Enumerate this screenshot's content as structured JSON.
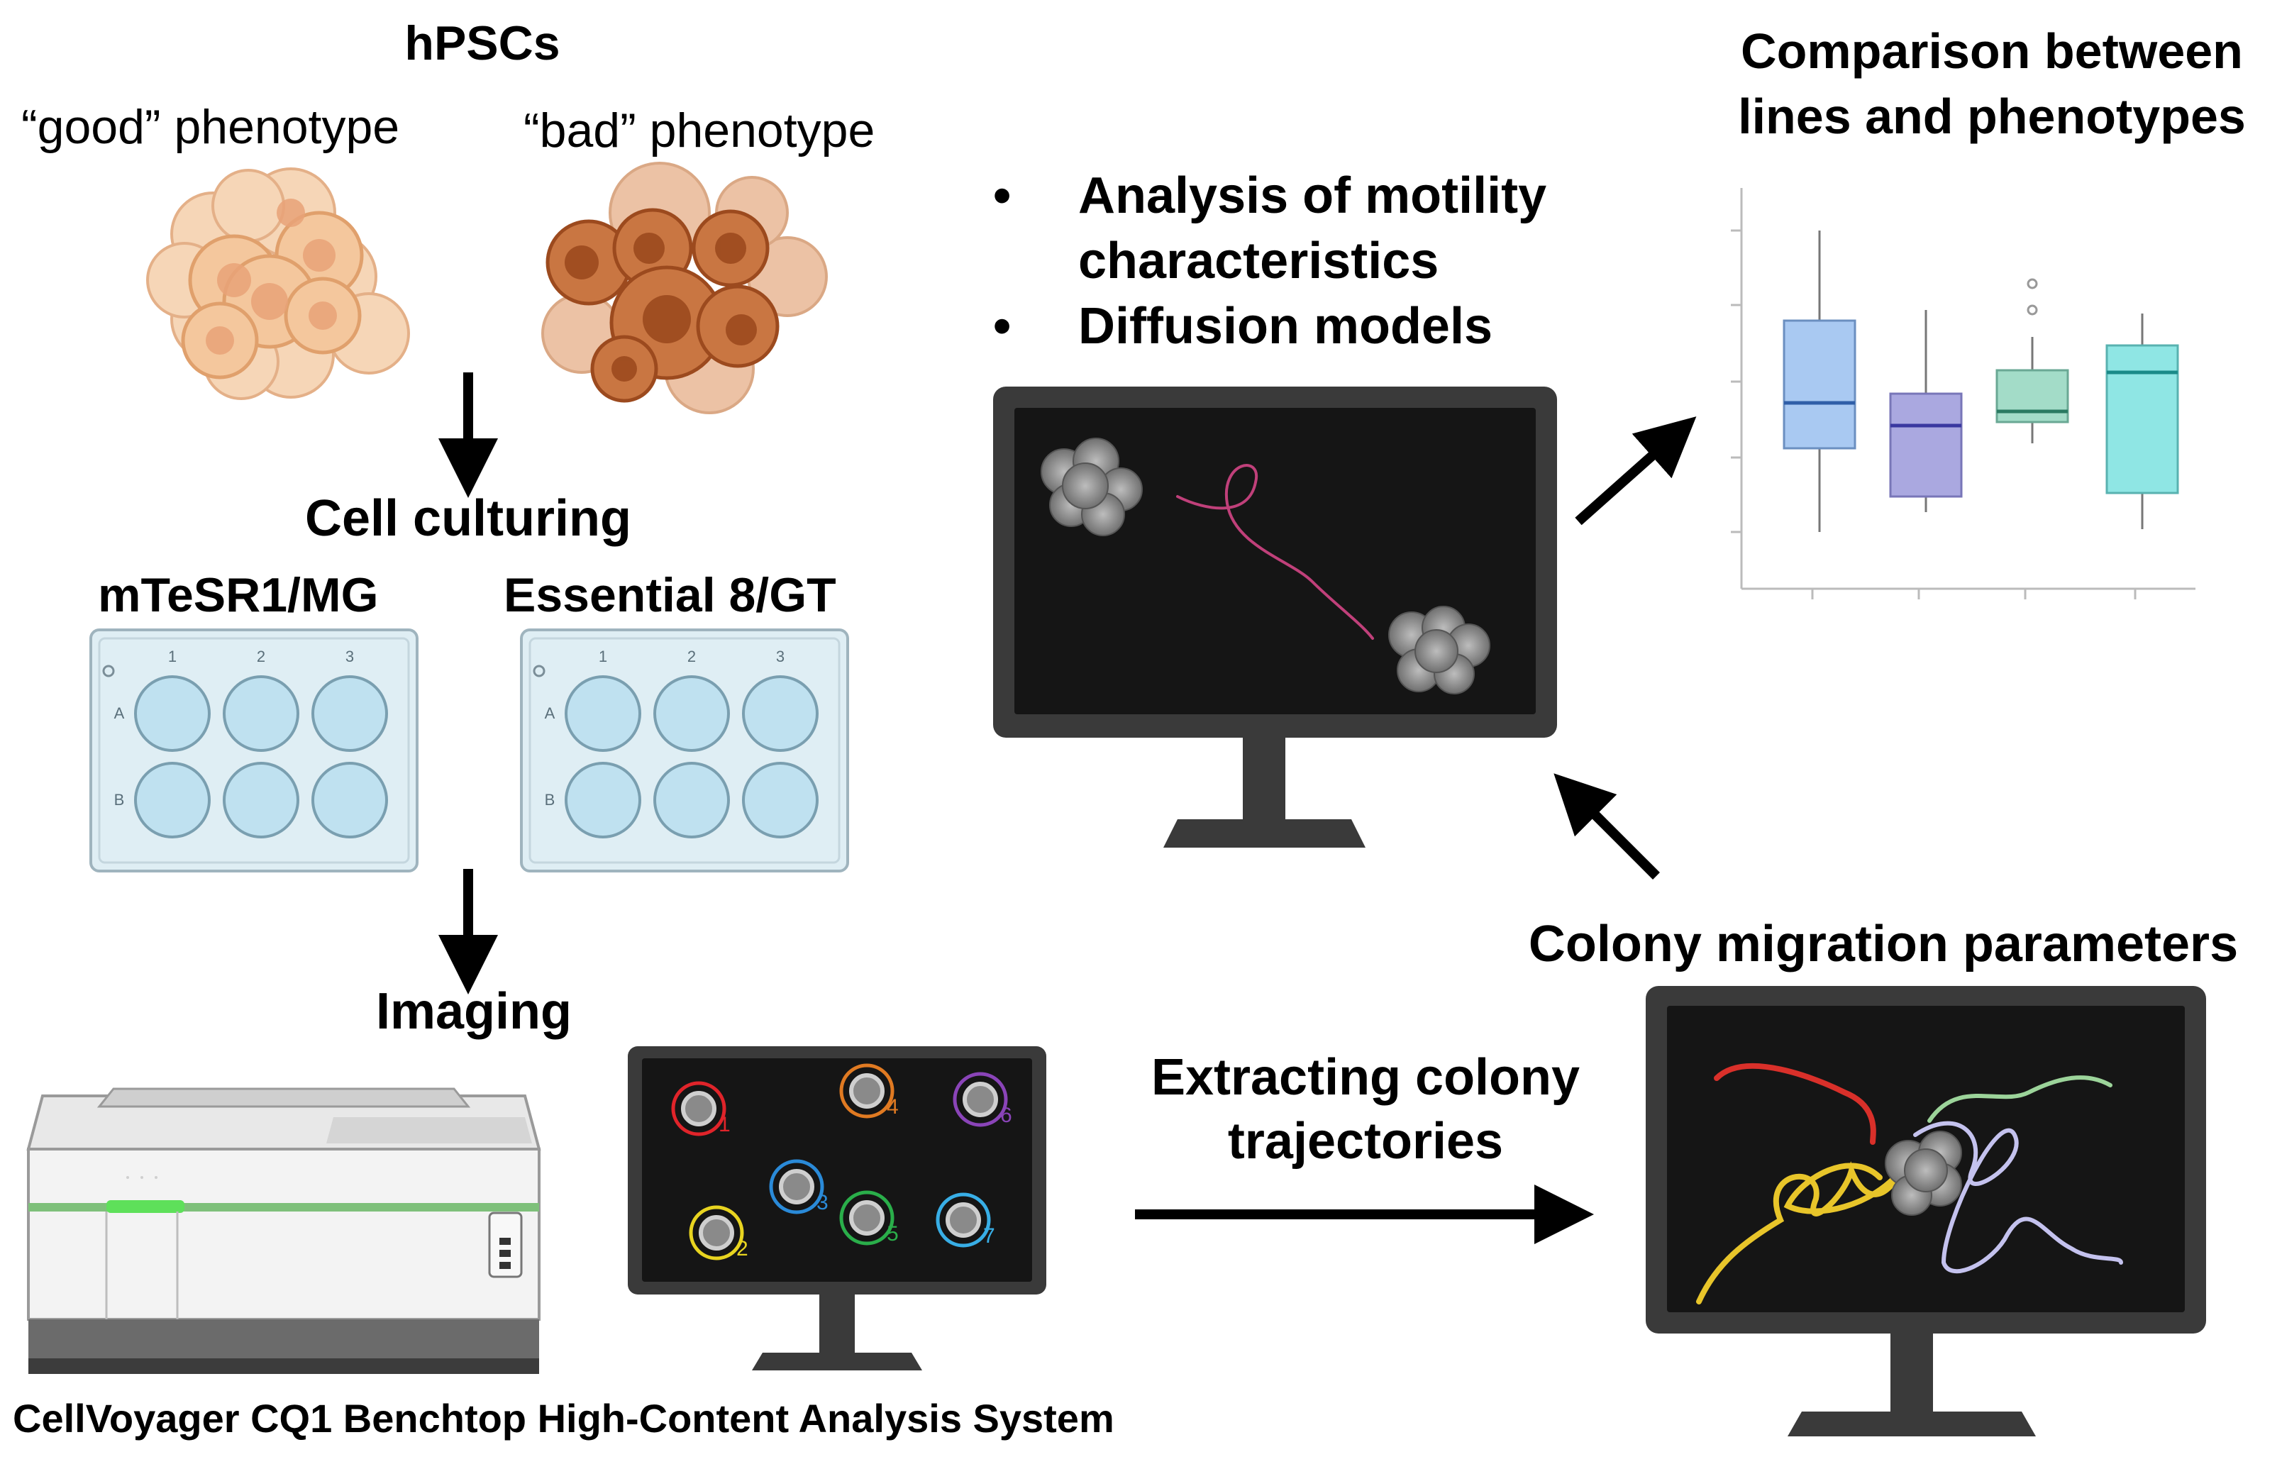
{
  "colors": {
    "good_cell": "#f4c79d",
    "good_cell_nucleus": "#e9a378",
    "bad_cell": "#c97642",
    "bad_cell_nucleus": "#9c4a1e",
    "plate": "#dfeef4",
    "well": "#bfe1f0",
    "monitor_frame": "#3a3a3a",
    "screen": "#151515",
    "trajectory_pink": "#c0407a",
    "traj_red": "#d9302a",
    "traj_yellow": "#e8c52a",
    "traj_green": "#9cd49a",
    "traj_lavender": "#c4c2ee",
    "box_blue": "#a9c9f2",
    "box_purple": "#aaa8e0",
    "box_teal": "#a3dcc8",
    "box_cyan": "#8fe6e4",
    "instrument_green": "#5ee05a"
  },
  "headings": {
    "hpscs": "hPSCs",
    "good_phenotype": "“good” phenotype",
    "bad_phenotype": "“bad” phenotype",
    "cell_culturing": "Cell culturing",
    "medium_1": "mTeSR1/MG",
    "medium_2": "Essential 8/GT",
    "imaging": "Imaging",
    "instrument": "CellVoyager CQ1 Benchtop High-Content Analysis System",
    "extracting_line1": "Extracting colony",
    "extracting_line2": "trajectories",
    "colony_params": "Colony migration parameters",
    "comparison_line1": "Comparison between",
    "comparison_line2": "lines and phenotypes"
  },
  "bullets": [
    {
      "marker": "•",
      "line1": "Analysis of motility",
      "line2": "characteristics"
    },
    {
      "marker": "•",
      "line1": "Diffusion models",
      "line2": ""
    }
  ],
  "plates": {
    "columns": [
      "1",
      "2",
      "3"
    ],
    "rows": [
      "A",
      "B"
    ]
  },
  "tracked_colonies": [
    {
      "label": "1",
      "color": "#e0242a"
    },
    {
      "label": "2",
      "color": "#e8d420"
    },
    {
      "label": "3",
      "color": "#2a8ad8"
    },
    {
      "label": "4",
      "color": "#e07a22"
    },
    {
      "label": "5",
      "color": "#2aae4a"
    },
    {
      "label": "6",
      "color": "#8a44b8"
    },
    {
      "label": "7",
      "color": "#38aee6"
    }
  ]
}
